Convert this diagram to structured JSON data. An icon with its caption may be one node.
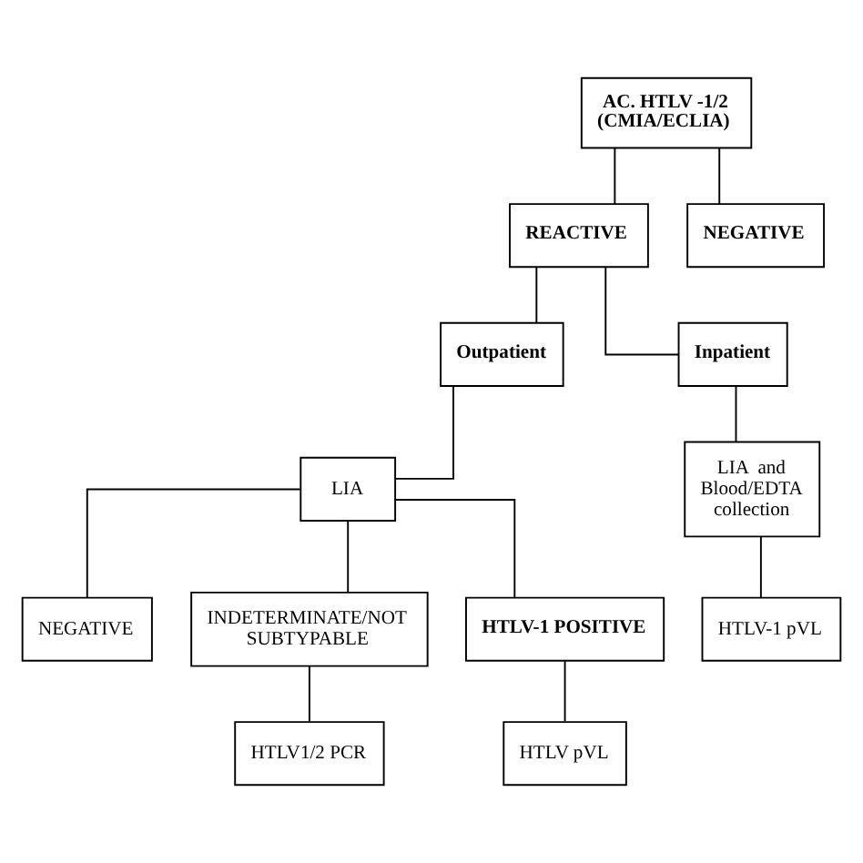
{
  "diagram": {
    "nodes": [
      {
        "text": [
          "AC. HTLV -1/2 (CMIA/ECLIA)"
        ]
      },
      {
        "text": [
          "REACTIVE"
        ]
      },
      {
        "text": [
          "NEGATIVE"
        ]
      },
      {
        "text": [
          "Outpatient"
        ]
      },
      {
        "text": [
          "Inpatient"
        ]
      },
      {
        "text": [
          "LIA"
        ]
      },
      {
        "text": [
          "LIA  and Blood/EDTA collection"
        ]
      },
      {
        "text": [
          "NEGATIVE"
        ]
      },
      {
        "text": [
          "INDETERMINATE/NOT SUBTYPABLE"
        ]
      },
      {
        "text": [
          "HTLV-1 POSITIVE"
        ]
      },
      {
        "text": [
          "HTLV1/2 PCR"
        ]
      },
      {
        "text": [
          "HTLV pVL"
        ]
      },
      {
        "text": [
          "HTLV-1 pVL"
        ]
      }
    ],
    "edges": [
      {
        "from": 0,
        "to": 1,
        "arrow": "none"
      },
      {
        "from": 0,
        "to": 2,
        "arrow": "none"
      },
      {
        "from": 1,
        "to": 3,
        "arrow": "none"
      },
      {
        "from": 1,
        "to": 4,
        "arrow": "none"
      },
      {
        "from": 3,
        "to": 5,
        "arrow": "none"
      },
      {
        "from": 4,
        "to": 6,
        "arrow": "none"
      },
      {
        "from": 5,
        "to": 7,
        "arrow": "none"
      },
      {
        "from": 5,
        "to": 8,
        "arrow": "none"
      },
      {
        "from": 5,
        "to": 9,
        "arrow": "none"
      },
      {
        "from": 8,
        "to": 10,
        "arrow": "none"
      },
      {
        "from": 9,
        "to": 11,
        "arrow": "none"
      },
      {
        "from": 6,
        "to": 12,
        "arrow": "none"
      }
    ]
  }
}
